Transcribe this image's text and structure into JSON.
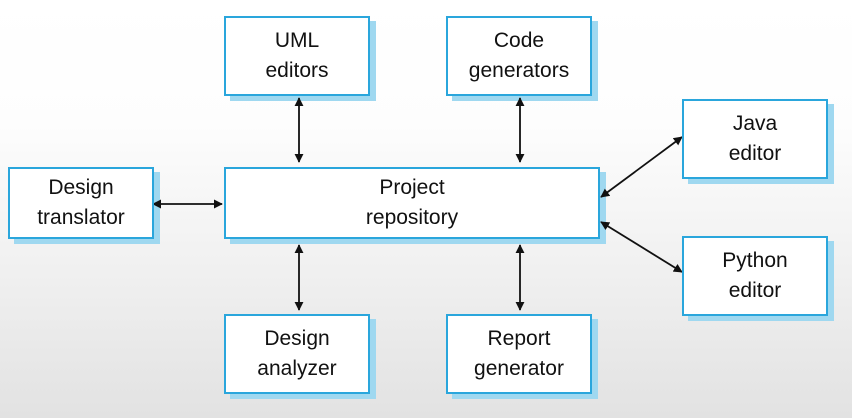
{
  "colors": {
    "node_border": "#2aa6dc",
    "node_shadow": "#9fd8f0",
    "node_fill": "#ffffff",
    "arrow": "#111111",
    "text": "#111111"
  },
  "nodes": {
    "uml_editors": {
      "line1": "UML",
      "line2": "editors"
    },
    "code_generators": {
      "line1": "Code",
      "line2": "generators"
    },
    "java_editor": {
      "line1": "Java",
      "line2": "editor"
    },
    "design_translator": {
      "line1": "Design",
      "line2": "translator"
    },
    "project_repository": {
      "line1": "Project",
      "line2": "repository"
    },
    "python_editor": {
      "line1": "Python",
      "line2": "editor"
    },
    "design_analyzer": {
      "line1": "Design",
      "line2": "analyzer"
    },
    "report_generator": {
      "line1": "Report",
      "line2": "generator"
    }
  },
  "edges": [
    {
      "from": "uml_editors",
      "to": "project_repository",
      "bidirectional": true
    },
    {
      "from": "code_generators",
      "to": "project_repository",
      "bidirectional": true
    },
    {
      "from": "java_editor",
      "to": "project_repository",
      "bidirectional": true
    },
    {
      "from": "design_translator",
      "to": "project_repository",
      "bidirectional": true
    },
    {
      "from": "python_editor",
      "to": "project_repository",
      "bidirectional": true
    },
    {
      "from": "design_analyzer",
      "to": "project_repository",
      "bidirectional": true
    },
    {
      "from": "report_generator",
      "to": "project_repository",
      "bidirectional": true
    }
  ]
}
